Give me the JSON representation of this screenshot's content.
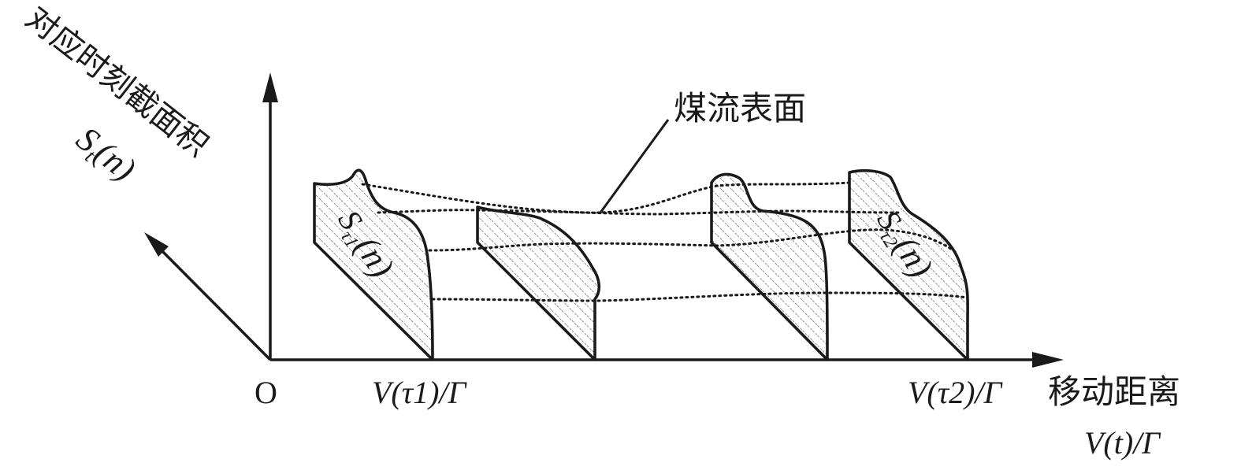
{
  "y_axis_label": "对应时刻截面积",
  "y_axis_symbol": {
    "main": "S",
    "sub": "t",
    "arg": "(n)"
  },
  "origin_label": "O",
  "x_tick_1": "V(τ1)/Γ",
  "x_tick_2": "V(τ2)/Γ",
  "x_axis_label": "移动距离",
  "x_axis_symbol": "V(t)/Γ",
  "surface_label": "煤流表面",
  "section_1_label": {
    "main": "S",
    "sub": "τ1",
    "arg": "(n)"
  },
  "section_2_label": {
    "main": "S",
    "sub": "τ2",
    "arg": "(n)"
  }
}
